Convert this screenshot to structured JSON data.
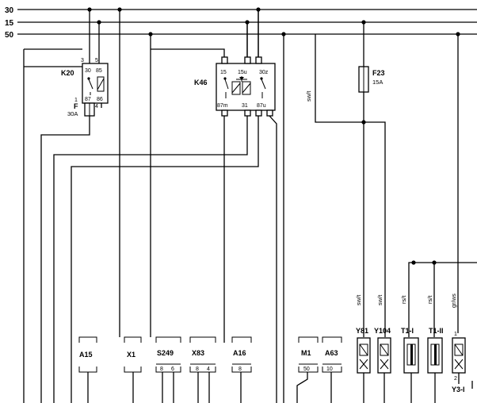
{
  "rails": [
    {
      "label": "30"
    },
    {
      "label": "15"
    },
    {
      "label": "50"
    }
  ],
  "k20": {
    "name": "K20",
    "pins": {
      "p3": "3",
      "p5": "5",
      "p30": "30",
      "p85": "85",
      "p87": "87",
      "p86": "86",
      "p1": "1",
      "p4": "4"
    },
    "fuse_label": "F",
    "fuse_rating": "30A"
  },
  "k46": {
    "name": "K46",
    "pins": {
      "p15": "15",
      "p15u": "15u",
      "p30z": "30z",
      "p87m": "87m",
      "p31": "31",
      "p87u": "87u"
    }
  },
  "f23": {
    "name": "F23",
    "rating": "15A"
  },
  "wire_labels": {
    "f23_out": "sw/t",
    "y81": "sw/t",
    "y104": "sw/t",
    "t1i": "rs/t",
    "t1ii": "rs/t",
    "y3i": "gr/ws"
  },
  "bottom_components": [
    {
      "name": "A15",
      "pins": []
    },
    {
      "name": "X1",
      "pins": []
    },
    {
      "name": "S249",
      "pins": [
        "8",
        "6"
      ]
    },
    {
      "name": "X83",
      "pins": [
        "8",
        "4"
      ]
    },
    {
      "name": "A16",
      "pins": [
        "8"
      ]
    },
    {
      "name": "M1",
      "pins": [
        "50"
      ]
    },
    {
      "name": "A63",
      "pins": [
        "10"
      ]
    }
  ],
  "coils": [
    {
      "name": "Y81"
    },
    {
      "name": "Y104"
    },
    {
      "name": "T1-I"
    },
    {
      "name": "T1-II"
    },
    {
      "name": "Y3-I",
      "pins": [
        "1",
        "2"
      ]
    }
  ]
}
